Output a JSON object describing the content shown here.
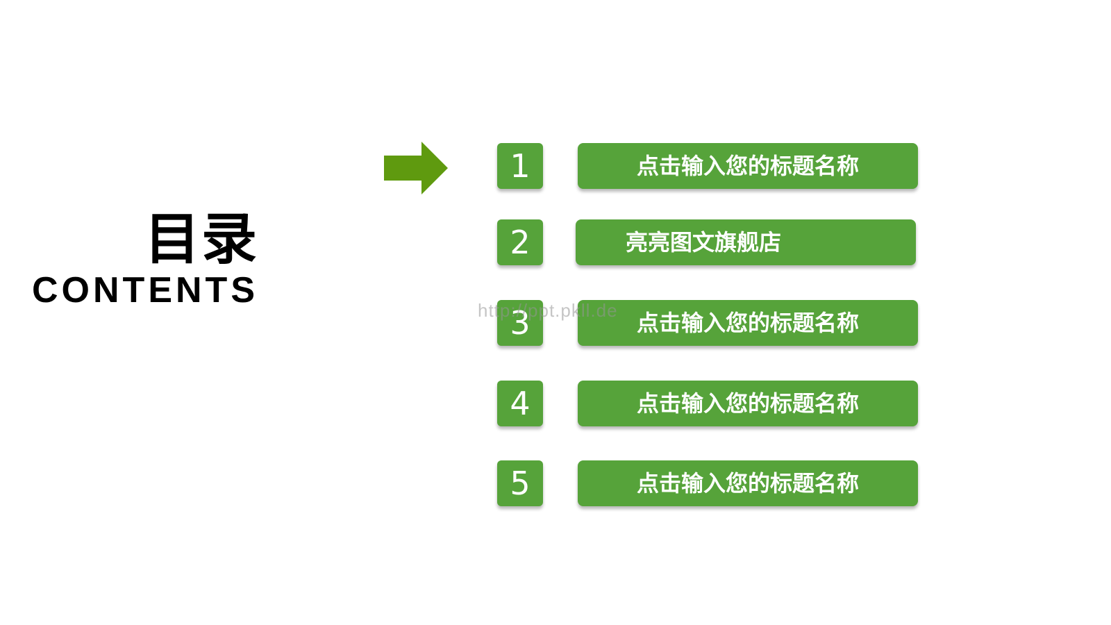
{
  "title": {
    "cn": "目录",
    "en": "CONTENTS"
  },
  "accent_color": "#56a33a",
  "arrow_color": "#5f9a0f",
  "items": [
    {
      "number": "1",
      "label": "点击输入您的标题名称"
    },
    {
      "number": "2",
      "label": "亮亮图文旗舰店"
    },
    {
      "number": "3",
      "label": "点击输入您的标题名称"
    },
    {
      "number": "4",
      "label": "点击输入您的标题名称"
    },
    {
      "number": "5",
      "label": "点击输入您的标题名称"
    }
  ],
  "watermark": "http://ppt.pkll.de"
}
